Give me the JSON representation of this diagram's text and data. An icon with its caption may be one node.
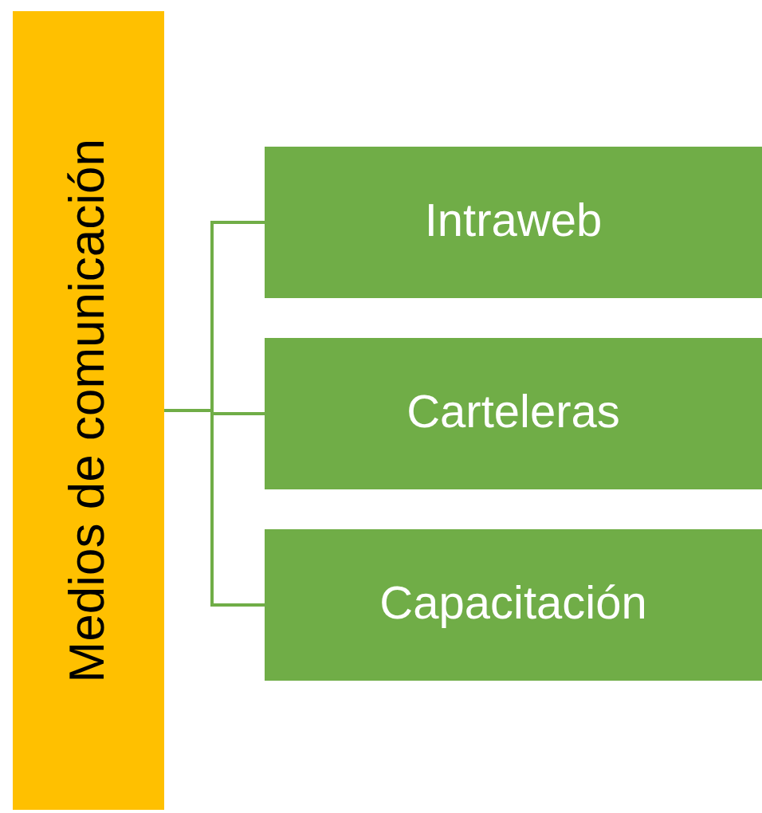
{
  "diagram": {
    "nodes": [
      {
        "text": [
          "Medios de comunicación"
        ]
      },
      {
        "text": [
          "Intraweb"
        ]
      },
      {
        "text": [
          "Carteleras"
        ]
      },
      {
        "text": [
          "Capacitación"
        ]
      }
    ],
    "edges": [
      {
        "from": 0,
        "to": 1,
        "arrow": "none"
      },
      {
        "from": 0,
        "to": 2,
        "arrow": "none"
      },
      {
        "from": 0,
        "to": 3,
        "arrow": "none"
      }
    ]
  }
}
